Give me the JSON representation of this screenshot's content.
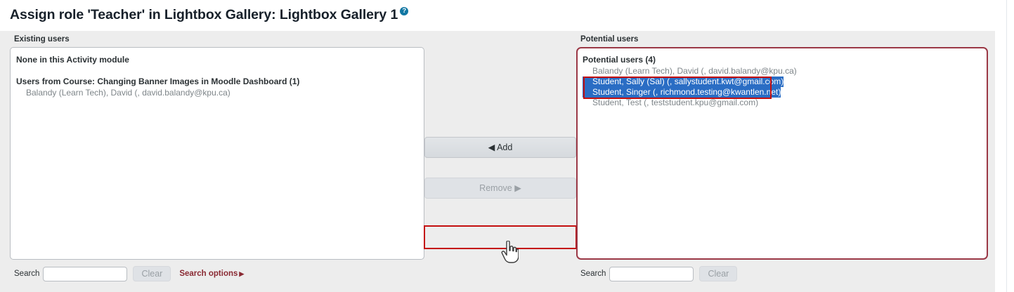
{
  "page": {
    "title": "Assign role 'Teacher' in Lightbox Gallery: Lightbox Gallery 1",
    "help_icon": "help-circle-icon"
  },
  "existing": {
    "label": "Existing users",
    "groups": [
      {
        "label": "None in this Activity module",
        "options": []
      },
      {
        "label": "Users from Course: Changing Banner Images in Moodle Dashboard (1)",
        "options": [
          {
            "text": "Balandy (Learn Tech), David (, david.balandy@kpu.ca)",
            "selected": false
          }
        ]
      }
    ],
    "search": {
      "label": "Search",
      "value": "",
      "placeholder": "",
      "clear_label": "Clear",
      "options_label": "Search options",
      "options_caret": "▶"
    }
  },
  "transfer": {
    "add_label": "◀ Add",
    "remove_label": "Remove ▶",
    "add_enabled": true,
    "remove_enabled": false,
    "add_highlight_color": "#c40f0f",
    "cursor": "pointer-hand-cursor"
  },
  "potential": {
    "label": "Potential users",
    "groups": [
      {
        "label": "Potential users (4)",
        "options": [
          {
            "text": "Balandy (Learn Tech), David (, david.balandy@kpu.ca)",
            "selected": false
          },
          {
            "text": "Student, Sally (Sal) (, sallystudent.kwt@gmail.com)",
            "selected": true
          },
          {
            "text": "Student, Singer (, richmond.testing@kwantlen.net)",
            "selected": true
          },
          {
            "text": "Student, Test (, teststudent.kpu@gmail.com)",
            "selected": false
          }
        ]
      }
    ],
    "box_highlight_color": "#9b3846",
    "selection_highlight_color": "#c40f0f",
    "selection_background": "#2a6dc4",
    "search": {
      "label": "Search",
      "value": "",
      "placeholder": "",
      "clear_label": "Clear"
    }
  }
}
